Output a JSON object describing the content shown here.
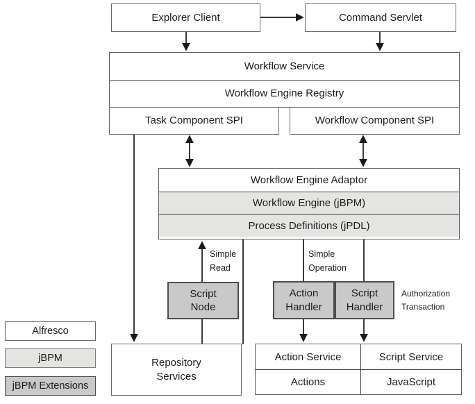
{
  "boxes": {
    "explorer_client": "Explorer Client",
    "command_servlet": "Command Servlet",
    "workflow_service": "Workflow Service",
    "workflow_engine_registry": "Workflow Engine Registry",
    "task_component_spi": "Task Component SPI",
    "workflow_component_spi": "Workflow Component SPI",
    "workflow_engine_adaptor": "Workflow Engine Adaptor",
    "workflow_engine_jbpm": "Workflow Engine (jBPM)",
    "process_definitions_jpdl": "Process Definitions (jPDL)",
    "script_node": "Script\nNode",
    "action_handler": "Action\nHandler",
    "script_handler": "Script\nHandler",
    "repository_services": "Repository\nServices",
    "action_service": "Action Service",
    "script_service": "Script Service",
    "actions": "Actions",
    "javascript": "JavaScript"
  },
  "annotations": {
    "simple_read": "Simple\nRead",
    "simple_operation": "Simple\nOperation",
    "authorization_transaction": "Authorization\nTransaction"
  },
  "legend": {
    "alfresco": "Alfresco",
    "jbpm": "jBPM",
    "jbpm_extensions": "jBPM Extensions"
  },
  "colors": {
    "alfresco_fill": "#ffffff",
    "jbpm_fill": "#e4e4e2",
    "jbpm_extensions_fill": "#c9c9c9",
    "line": "#1a1a1a"
  }
}
